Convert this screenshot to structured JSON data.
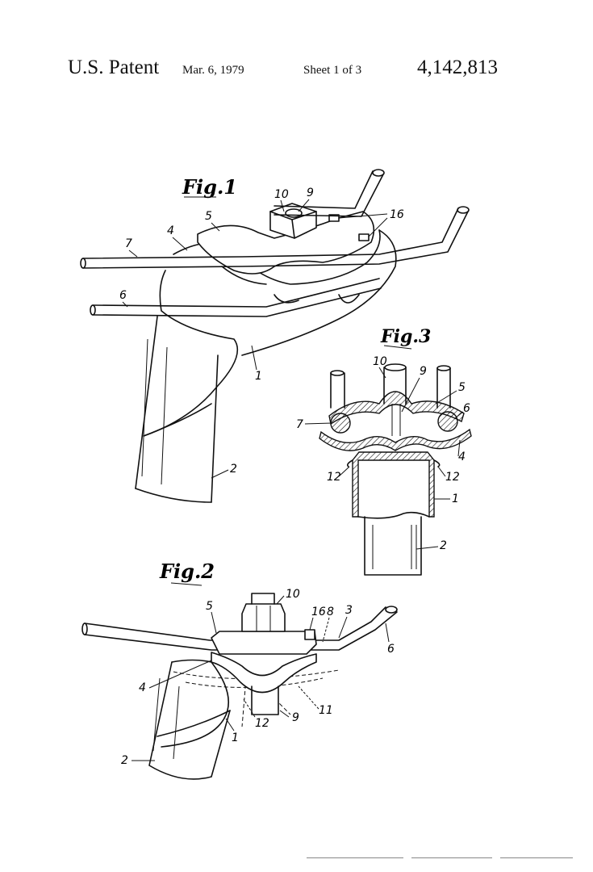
{
  "header": {
    "title": "U.S. Patent",
    "date": "Mar. 6, 1979",
    "sheet": "Sheet 1 of 3",
    "patent_number": "4,142,813"
  },
  "figures": {
    "fig1": {
      "label": "Fig.1",
      "refs": {
        "r10": "10",
        "r9": "9",
        "r16": "16",
        "r5": "5",
        "r4": "4",
        "r7": "7",
        "r6": "6",
        "r1": "1",
        "r2": "2"
      }
    },
    "fig2": {
      "label": "Fig.2",
      "refs": {
        "r10": "10",
        "r5": "5",
        "r16": "16",
        "r8": "8",
        "r3": "3",
        "r6": "6",
        "r4": "4",
        "r12": "12",
        "r9": "9",
        "r11": "11",
        "r1": "1",
        "r2": "2"
      }
    },
    "fig3": {
      "label": "Fig.3",
      "refs": {
        "r10": "10",
        "r9": "9",
        "r5": "5",
        "r6": "6",
        "r7": "7",
        "r4": "4",
        "r12a": "12",
        "r12b": "12",
        "r1": "1",
        "r2": "2"
      }
    }
  },
  "colors": {
    "ink": "#111111",
    "paper": "#ffffff"
  }
}
